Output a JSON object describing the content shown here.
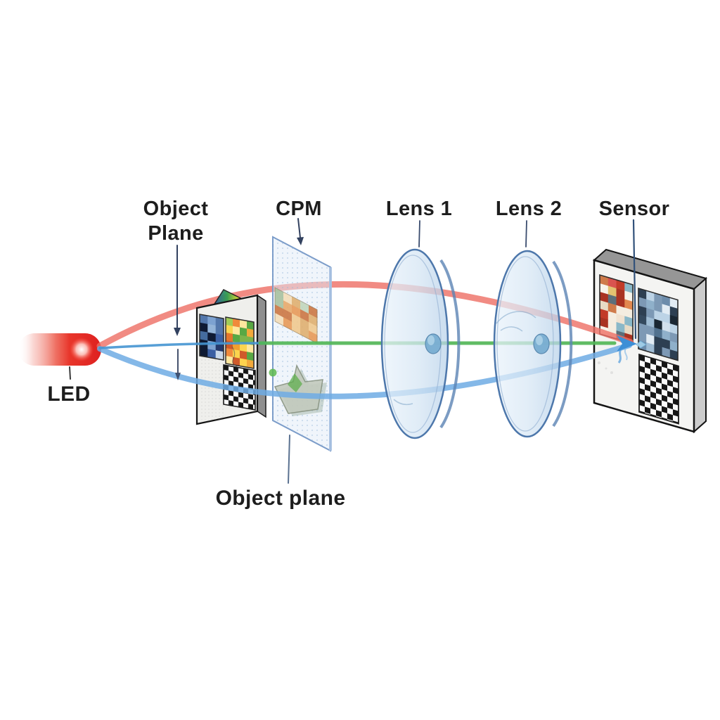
{
  "figure": {
    "background": "#ffffff"
  },
  "labels": {
    "led": "LED",
    "object_plane_top_line1": "Object",
    "object_plane_top_line2": "Plane",
    "cpm": "CPM",
    "lens1": "Lens 1",
    "lens2": "Lens 2",
    "sensor": "Sensor",
    "object_plane_bottom": "Object plane"
  },
  "rays": {
    "red": "#ee6e64",
    "green": "#53b657",
    "blue": "#6fabe4",
    "blue_mid": "#4595d2",
    "arrow_blue": "#3e8fd6"
  },
  "palette": {
    "led_red": "#e02424",
    "lens_fill": "#d7e6f4",
    "lens_stroke": "#4d77ab",
    "cpm_stroke": "#7b9cc9",
    "pointer": "#33466a",
    "label_text": "#1d1d1d"
  }
}
